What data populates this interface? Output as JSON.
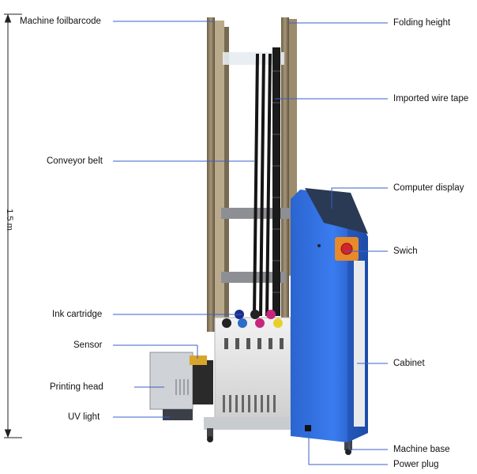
{
  "dimension": {
    "label": "1.5 m"
  },
  "callouts_left": [
    {
      "id": "machine-foilbarcode",
      "text": "Machine foilbarcode"
    },
    {
      "id": "conveyor-belt",
      "text": "Conveyor belt"
    },
    {
      "id": "ink-cartridge",
      "text": "Ink cartridge"
    },
    {
      "id": "sensor",
      "text": "Sensor"
    },
    {
      "id": "printing-head",
      "text": "Printing head"
    },
    {
      "id": "uv-light",
      "text": "UV light"
    }
  ],
  "callouts_right": [
    {
      "id": "folding-height",
      "text": "Folding height"
    },
    {
      "id": "imported-wire-tape",
      "text": "Imported wire tape"
    },
    {
      "id": "computer-display",
      "text": "Computer display"
    },
    {
      "id": "swich",
      "text": "Swich"
    },
    {
      "id": "cabinet",
      "text": "Cabinet"
    },
    {
      "id": "machine-base",
      "text": "Machine base"
    },
    {
      "id": "power-plug",
      "text": "Power plug"
    }
  ],
  "colors": {
    "leader_line": "#3b5fc9",
    "cabinet_blue": "#2f6fe0",
    "frame": "#8a7a5e",
    "belt": "#1a1a1a",
    "switch_orange": "#e8892a",
    "ink": [
      "#1a2f8c",
      "#222222",
      "#2a6cc9",
      "#c8267c",
      "#e8d02a"
    ]
  }
}
